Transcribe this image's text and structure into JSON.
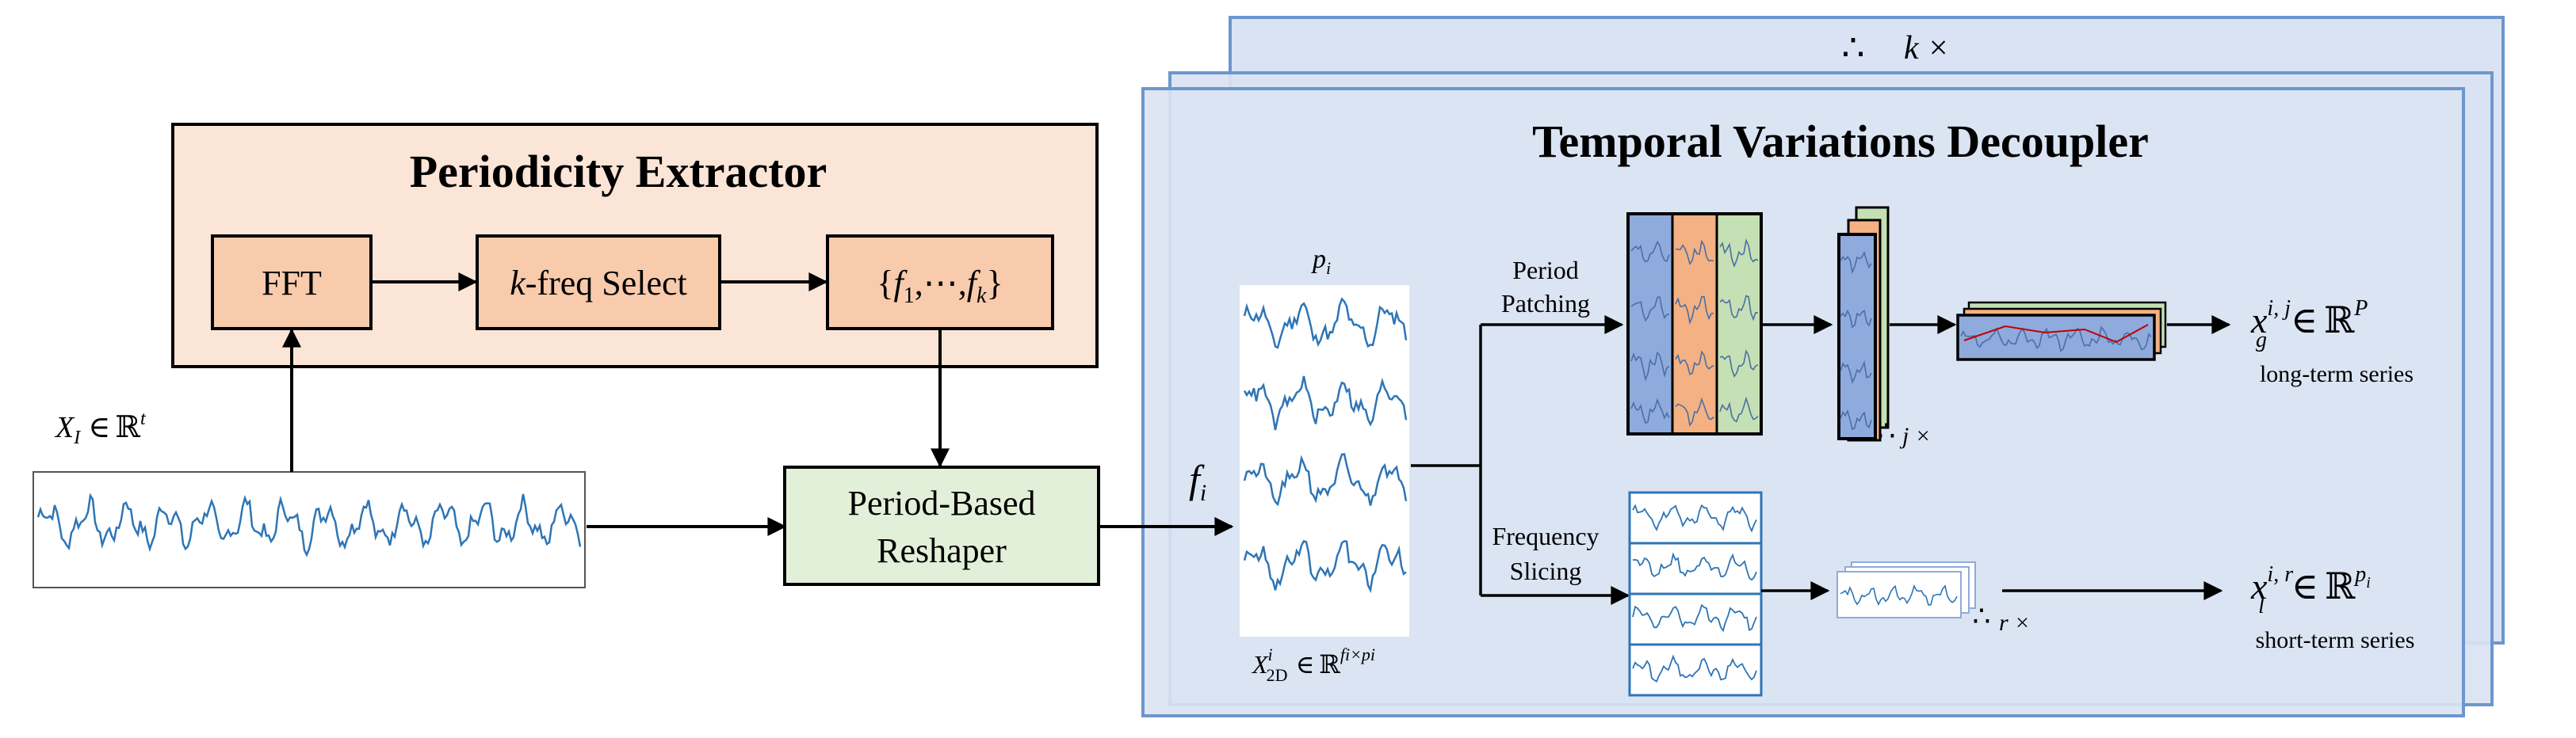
{
  "periodicity_extractor": {
    "title": "Periodicity Extractor",
    "fft_label": "FFT",
    "kfreq_label_k": "k",
    "kfreq_label_rest": "-freq Select",
    "freq_set_open": "{",
    "freq_set_f": "f",
    "freq_set_sub1": "1",
    "freq_set_mid": ",⋯,",
    "freq_set_subk": "k",
    "freq_set_close": "}"
  },
  "input_series": {
    "label_x": "X",
    "label_sub": "I",
    "label_in": "∈",
    "label_r": "ℝ",
    "label_sup": "t"
  },
  "reshaper": {
    "line1": "Period-Based",
    "line2": "Reshaper"
  },
  "fi_label": {
    "f": "f",
    "sub": "i"
  },
  "grid2d": {
    "p_label": "p",
    "p_sub": "i",
    "caption_x": "X",
    "caption_sup": "i",
    "caption_sub": "2D",
    "caption_in": "∈",
    "caption_r": "ℝ",
    "caption_dims": "fi×pi"
  },
  "decoupler": {
    "title": "Temporal Variations Decoupler",
    "repeat_dots": "∴",
    "repeat_label": "k ×",
    "patching_line1": "Period",
    "patching_line2": "Patching",
    "slicing_line1": "Frequency",
    "slicing_line2": "Slicing",
    "j_repeat": "j ×",
    "r_repeat": "r ×"
  },
  "outputs": {
    "long_x": "x",
    "long_sub": "g",
    "long_sup": "i, j",
    "long_in": "∈",
    "long_r": "ℝ",
    "long_dim": "P",
    "long_caption": "long-term series",
    "short_x": "x",
    "short_sub": "l",
    "short_sup": "i, r",
    "short_in": "∈",
    "short_r": "ℝ",
    "short_dim": "p",
    "short_dim_sub": "i",
    "short_caption": "short-term series"
  },
  "colors": {
    "extractor_bg": "#fbe5d6",
    "inner_box": "#f8cbad",
    "reshaper_bg": "#e2f0d9",
    "decoupler_bg": "#dae3f3",
    "decoupler_border": "#6d96cc",
    "series_line": "#2e75b6",
    "patch_blue": "#8faadc",
    "patch_orange": "#f4b183",
    "patch_green": "#c5e0b4",
    "trend_red": "#c00000"
  }
}
